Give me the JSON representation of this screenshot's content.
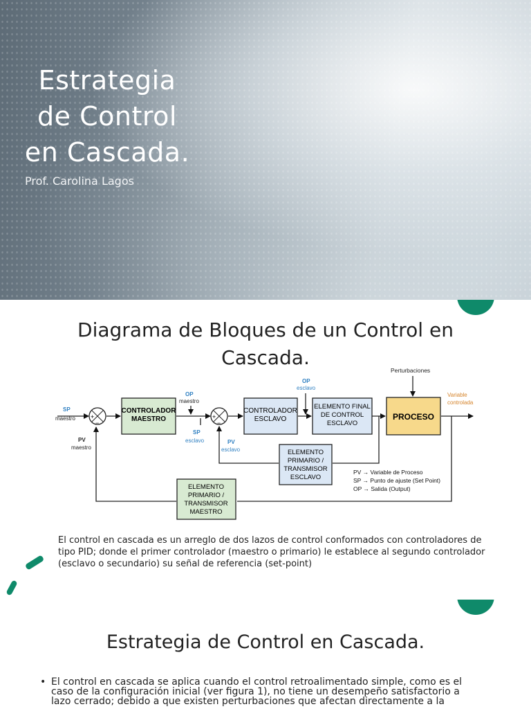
{
  "slide1": {
    "title_lines": [
      "Estrategia",
      "de Control",
      "en Cascada."
    ],
    "author": "Prof. Carolina Lagos"
  },
  "slide2": {
    "title_lines": [
      "Diagrama de Bloques de un Control en",
      "Cascada."
    ],
    "diagram": {
      "blocks": {
        "controlador_maestro": [
          "CONTROLADOR",
          "MAESTRO"
        ],
        "controlador_esclavo": [
          "CONTROLADOR",
          "ESCLAVO"
        ],
        "elemento_final": [
          "ELEMENTO FINAL",
          "DE CONTROL",
          "ESCLAVO"
        ],
        "proceso": [
          "PROCESO"
        ],
        "transmisor_esclavo": [
          "ELEMENTO",
          "PRIMARIO /",
          "TRANSMISOR",
          "ESCLAVO"
        ],
        "transmisor_maestro": [
          "ELEMENTO",
          "PRIMARIO /",
          "TRANSMISOR",
          "MAESTRO"
        ]
      },
      "labels": {
        "sp_maestro": [
          "SP",
          "maestro"
        ],
        "pv_maestro": [
          "PV",
          "maestro"
        ],
        "op_maestro": [
          "OP",
          "maestro"
        ],
        "sp_esclavo": [
          "SP",
          "esclavo"
        ],
        "pv_esclavo": [
          "PV",
          "esclavo"
        ],
        "op_esclavo": [
          "OP",
          "esclavo"
        ],
        "perturbaciones": "Perturbaciones",
        "variable_controlada": [
          "Variable",
          "controlada"
        ]
      },
      "legend": [
        "PV → Variable de Proceso",
        "SP → Punto de ajuste (Set Point)",
        "OP → Salida  (Output)"
      ],
      "colors": {
        "maestro_fill": "#d8ead2",
        "esclavo_fill": "#dbe7f5",
        "proceso_fill": "#f7d98b",
        "esclavo_label": "#2e7fc1",
        "variable_label": "#d5832a"
      }
    },
    "description": "El control en cascada es un arreglo de dos lazos de control conformados con controladores de tipo PID; donde el primer controlador (maestro o primario) le establece al segundo controlador (esclavo o secundario) su señal de referencia (set-point)"
  },
  "slide3": {
    "title": "Estrategia de Control en Cascada.",
    "bullet_lines": [
      "El control en cascada se aplica cuando el control retroalimentado simple, como es el",
      "caso de la configuración inicial (ver figura 1), no tiene un desempeño satisfactorio a",
      "lazo cerrado; debido a que existen perturbaciones que afectan directamente a la"
    ]
  },
  "accent_color": "#0f8a6a"
}
